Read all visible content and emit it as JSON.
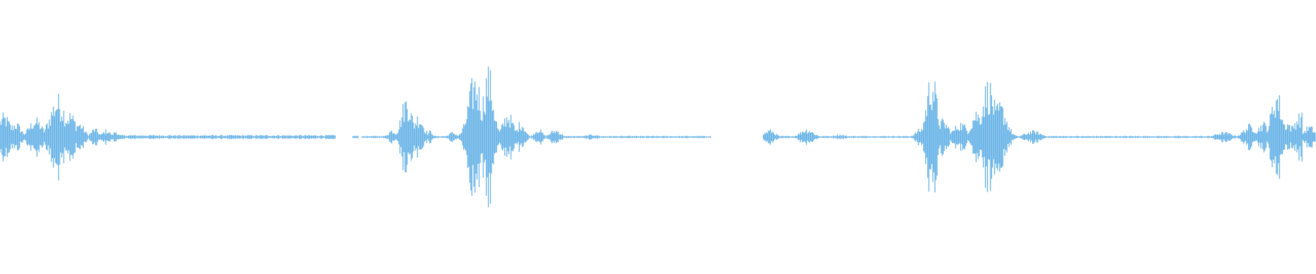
{
  "waveform": {
    "color": "#62b0e6",
    "background": "#ffffff",
    "amplitude_max": 1.0,
    "segments": [
      {
        "start": 0.0,
        "end": 0.255,
        "bursts": [
          {
            "center": 0.003,
            "width": 0.01,
            "amp": 0.18
          },
          {
            "center": 0.012,
            "width": 0.008,
            "amp": 0.12
          },
          {
            "center": 0.027,
            "width": 0.01,
            "amp": 0.15
          },
          {
            "center": 0.044,
            "width": 0.012,
            "amp": 0.33
          },
          {
            "center": 0.053,
            "width": 0.01,
            "amp": 0.2
          },
          {
            "center": 0.06,
            "width": 0.008,
            "amp": 0.12
          },
          {
            "center": 0.072,
            "width": 0.006,
            "amp": 0.07
          },
          {
            "center": 0.081,
            "width": 0.006,
            "amp": 0.06
          },
          {
            "center": 0.088,
            "width": 0.004,
            "amp": 0.05
          }
        ],
        "floor": 0.015
      },
      {
        "start": 0.268,
        "end": 0.272,
        "bursts": [],
        "floor": 0.01
      },
      {
        "start": 0.275,
        "end": 0.54,
        "bursts": [
          {
            "center": 0.298,
            "width": 0.006,
            "amp": 0.06
          },
          {
            "center": 0.309,
            "width": 0.008,
            "amp": 0.33
          },
          {
            "center": 0.318,
            "width": 0.008,
            "amp": 0.18
          },
          {
            "center": 0.327,
            "width": 0.004,
            "amp": 0.05
          },
          {
            "center": 0.344,
            "width": 0.006,
            "amp": 0.04
          },
          {
            "center": 0.361,
            "width": 0.01,
            "amp": 0.5
          },
          {
            "center": 0.371,
            "width": 0.008,
            "amp": 0.55
          },
          {
            "center": 0.386,
            "width": 0.008,
            "amp": 0.2
          },
          {
            "center": 0.396,
            "width": 0.006,
            "amp": 0.13
          },
          {
            "center": 0.409,
            "width": 0.006,
            "amp": 0.07
          },
          {
            "center": 0.422,
            "width": 0.008,
            "amp": 0.06
          },
          {
            "center": 0.45,
            "width": 0.01,
            "amp": 0.02
          }
        ],
        "floor": 0.008
      },
      {
        "start": 0.58,
        "end": 0.99,
        "bursts": [
          {
            "center": 0.585,
            "width": 0.008,
            "amp": 0.06
          },
          {
            "center": 0.613,
            "width": 0.01,
            "amp": 0.07
          },
          {
            "center": 0.638,
            "width": 0.01,
            "amp": 0.02
          },
          {
            "center": 0.7,
            "width": 0.008,
            "amp": 0.07
          },
          {
            "center": 0.708,
            "width": 0.008,
            "amp": 0.52
          },
          {
            "center": 0.716,
            "width": 0.01,
            "amp": 0.14
          },
          {
            "center": 0.73,
            "width": 0.01,
            "amp": 0.12
          },
          {
            "center": 0.742,
            "width": 0.008,
            "amp": 0.22
          },
          {
            "center": 0.751,
            "width": 0.01,
            "amp": 0.45
          },
          {
            "center": 0.76,
            "width": 0.01,
            "amp": 0.27
          },
          {
            "center": 0.785,
            "width": 0.012,
            "amp": 0.05
          },
          {
            "center": 0.93,
            "width": 0.012,
            "amp": 0.04
          },
          {
            "center": 0.95,
            "width": 0.01,
            "amp": 0.1
          },
          {
            "center": 0.96,
            "width": 0.008,
            "amp": 0.12
          },
          {
            "center": 0.97,
            "width": 0.008,
            "amp": 0.38
          },
          {
            "center": 0.978,
            "width": 0.008,
            "amp": 0.13
          },
          {
            "center": 0.988,
            "width": 0.01,
            "amp": 0.19
          }
        ],
        "floor": 0.008
      },
      {
        "start": 0.99,
        "end": 1.0,
        "bursts": [
          {
            "center": 0.995,
            "width": 0.008,
            "amp": 0.09
          }
        ],
        "floor": 0.01
      }
    ]
  }
}
